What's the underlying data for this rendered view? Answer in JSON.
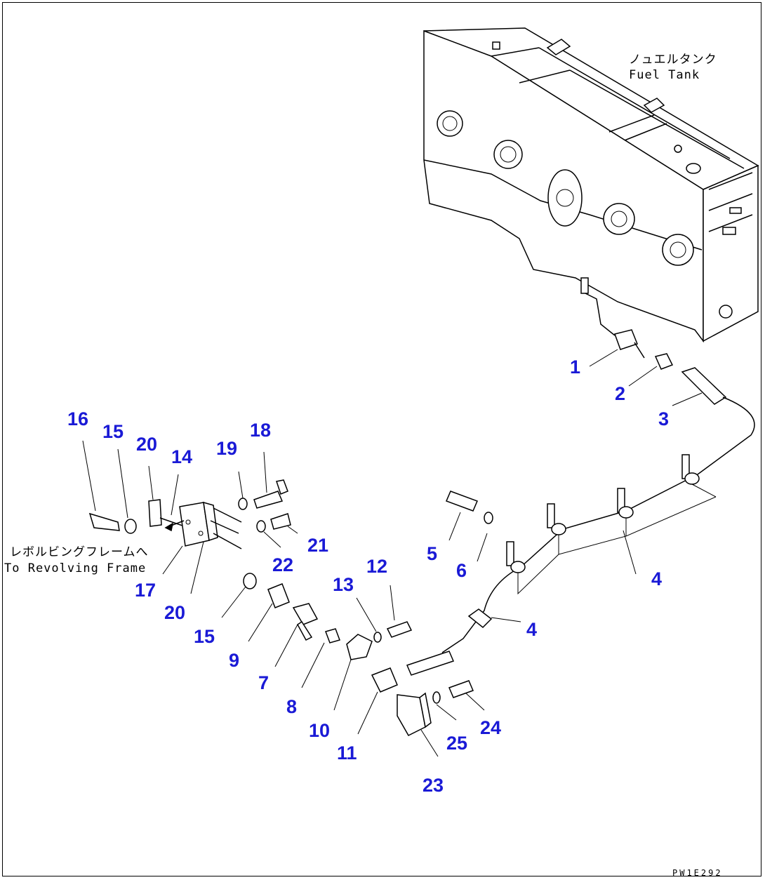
{
  "labels": {
    "fuel_tank_jp": "ノュエルタンク",
    "fuel_tank_en": "Fuel Tank",
    "revolving_frame_jp": "レボルビングフレームへ",
    "revolving_frame_en": "To Revolving Frame",
    "drawing_code": "PW1E292"
  },
  "callouts": [
    {
      "id": "c1",
      "text": "1"
    },
    {
      "id": "c2",
      "text": "2"
    },
    {
      "id": "c3",
      "text": "3"
    },
    {
      "id": "c4a",
      "text": "4"
    },
    {
      "id": "c4b",
      "text": "4"
    },
    {
      "id": "c5",
      "text": "5"
    },
    {
      "id": "c6",
      "text": "6"
    },
    {
      "id": "c7",
      "text": "7"
    },
    {
      "id": "c8",
      "text": "8"
    },
    {
      "id": "c9",
      "text": "9"
    },
    {
      "id": "c10",
      "text": "10"
    },
    {
      "id": "c11",
      "text": "11"
    },
    {
      "id": "c12",
      "text": "12"
    },
    {
      "id": "c13",
      "text": "13"
    },
    {
      "id": "c14",
      "text": "14"
    },
    {
      "id": "c15a",
      "text": "15"
    },
    {
      "id": "c15b",
      "text": "15"
    },
    {
      "id": "c16",
      "text": "16"
    },
    {
      "id": "c17",
      "text": "17"
    },
    {
      "id": "c18",
      "text": "18"
    },
    {
      "id": "c19",
      "text": "19"
    },
    {
      "id": "c20a",
      "text": "20"
    },
    {
      "id": "c20b",
      "text": "20"
    },
    {
      "id": "c21",
      "text": "21"
    },
    {
      "id": "c22",
      "text": "22"
    },
    {
      "id": "c23",
      "text": "23"
    },
    {
      "id": "c24",
      "text": "24"
    },
    {
      "id": "c25",
      "text": "25"
    }
  ]
}
